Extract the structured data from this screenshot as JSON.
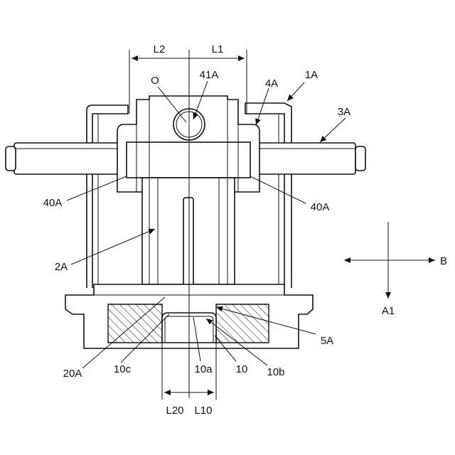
{
  "labels": {
    "L2": "L2",
    "L1": "L1",
    "O": "O",
    "41A": "41A",
    "4A": "4A",
    "1A": "1A",
    "3A": "3A",
    "40A_left": "40A",
    "40A_right": "40A",
    "2A": "2A",
    "B": "B",
    "A1": "A1",
    "5A": "5A",
    "20A": "20A",
    "10c": "10c",
    "10a": "10a",
    "10": "10",
    "10b": "10b",
    "L20": "L20",
    "L10": "L10"
  }
}
